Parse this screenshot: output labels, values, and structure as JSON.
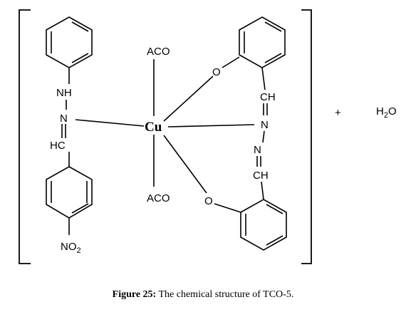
{
  "structure": {
    "metal": "Cu",
    "ligand_top": "ACO",
    "ligand_bottom": "ACO",
    "left_nh": "NH",
    "left_n": "N",
    "left_hc": "HC",
    "nitro": "NO",
    "nitro_sub": "2",
    "right_o_top": "O",
    "right_o_bottom": "O",
    "right_ch_top": "CH",
    "right_ch_bottom": "CH",
    "right_n_top": "N",
    "right_n_bottom": "N",
    "plus": "+",
    "water": "H",
    "water_sub": "2",
    "water_o": "O"
  },
  "caption": {
    "label": "Figure 25:",
    "text": " The chemical structure of TCO-5."
  },
  "colors": {
    "metal": "#e8161b",
    "ink": "#000000"
  }
}
